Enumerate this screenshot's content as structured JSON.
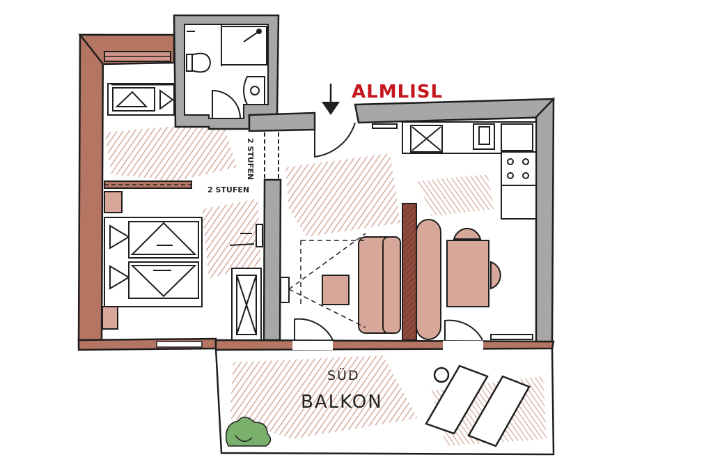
{
  "labels": {
    "apartment_name": "ALMLISL",
    "steps_horizontal": "2 STUFEN",
    "steps_vertical": "2 STUFEN",
    "balcony_line1": "SÜD",
    "balcony_line2": "BALKON"
  },
  "colors": {
    "outline": "#1e1e1e",
    "outer_wall_brown": "#b57563",
    "inner_wall_grey": "#a7a7a7",
    "floor_hatch": "#c98f7e",
    "furniture_fill": "#d7a89a",
    "divider_dark": "#8e4a3d",
    "accent_red": "#c4161c",
    "plant_green": "#79b06b"
  },
  "icons": {
    "entrance_marker": "down-arrow-icon",
    "plant": "plant-icon"
  }
}
